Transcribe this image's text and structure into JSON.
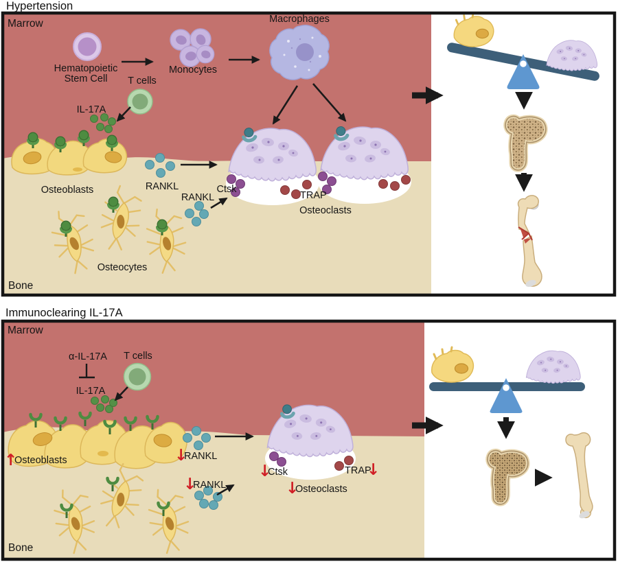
{
  "p1": {
    "title": "Hypertension",
    "marrow": "Marrow",
    "bone": "Bone",
    "hsc_line1": "Hematopoietic",
    "hsc_line2": "Stem Cell",
    "monocytes": "Monocytes",
    "macrophages": "Macrophages",
    "t_cells": "T cells",
    "il17a": "IL-17A",
    "osteoblasts": "Osteoblasts",
    "rankl_upper": "RANKL",
    "rankl_lower": "RANKL",
    "ctsk": "Ctsk",
    "trap": "TRAP",
    "osteoclasts": "Osteoclasts",
    "osteocytes": "Osteocytes"
  },
  "p2": {
    "title": "Immunoclearing IL-17A",
    "marrow": "Marrow",
    "bone": "Bone",
    "anti_il17a": "α-IL-17A",
    "t_cells": "T cells",
    "il17a": "IL-17A",
    "osteoblasts": "Osteoblasts",
    "rankl_upper": "RANKL",
    "rankl_lower": "RANKL",
    "ctsk": "Ctsk",
    "trap": "TRAP",
    "osteoclasts": "Osteoclasts",
    "ind_up": "↑",
    "ind_down": "↓"
  },
  "colors": {
    "marrow": "#c3726e",
    "bone": "#e8dcba",
    "panel_border": "#161616",
    "il17a_green": "#559047",
    "receptor_green": "#4e8c41",
    "rankl_teal": "#64a8b4",
    "rank_receptor_teal": "#3f7d89",
    "ctsk_purple": "#8c4f92",
    "trap_red": "#a34848",
    "osteoblast_yellow": "#f2d87e",
    "osteoclast_purple": "#ded4ed",
    "macrophage_blue": "#b5b7e2",
    "monocyte_purple": "#c8b6e0",
    "hsc_purple": "#b690c8",
    "tcell_green": "#b7d8af",
    "indicator_red": "#d01f26",
    "seesaw_plank": "#3d5f79",
    "seesaw_fulcrum": "#5e97d0",
    "bone_cortex": "#e8d7b1",
    "trabecular": "#cfb287"
  }
}
